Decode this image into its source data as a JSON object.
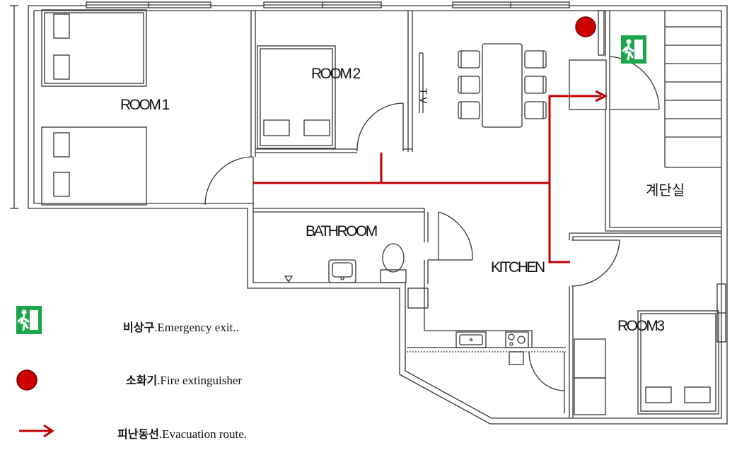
{
  "rooms": {
    "room1": "ROOM 1",
    "room2": "ROOM 2",
    "room3": "ROOM3",
    "bathroom": "BATHROOM",
    "kitchen": "KITCHEN",
    "stairwell": "계단실",
    "tv": "T V"
  },
  "legend": [
    {
      "icon": "emergency-exit-icon",
      "korean": "비상구",
      "english": ".Emergency exit.."
    },
    {
      "icon": "fire-extinguisher-icon",
      "korean": "소화기",
      "english": ".Fire extinguisher"
    },
    {
      "icon": "evacuation-arrow-icon",
      "korean": "피난동선",
      "english": ".Evacuation route."
    }
  ],
  "colors": {
    "route": "#c00000",
    "extinguisher": "#cc0000",
    "exit_sign": "#1aa64a",
    "walls": "#333333"
  }
}
